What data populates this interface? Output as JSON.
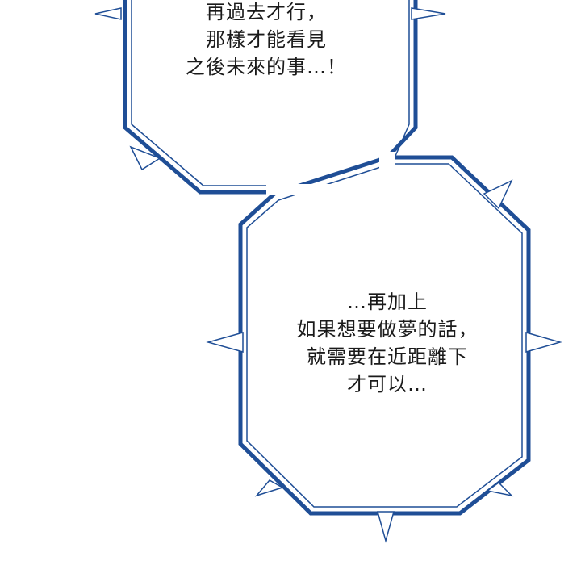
{
  "bubble_top": {
    "lines": [
      "再過去才行，",
      "那樣才能看見",
      "之後未來的事…！"
    ]
  },
  "bubble_bottom": {
    "lines": [
      "…再加上",
      "如果想要做夢的話，",
      "就需要在近距離下",
      "才可以…"
    ]
  },
  "colors": {
    "outline": "#1f4e96",
    "text": "#1a1a1a",
    "background": "#ffffff"
  }
}
